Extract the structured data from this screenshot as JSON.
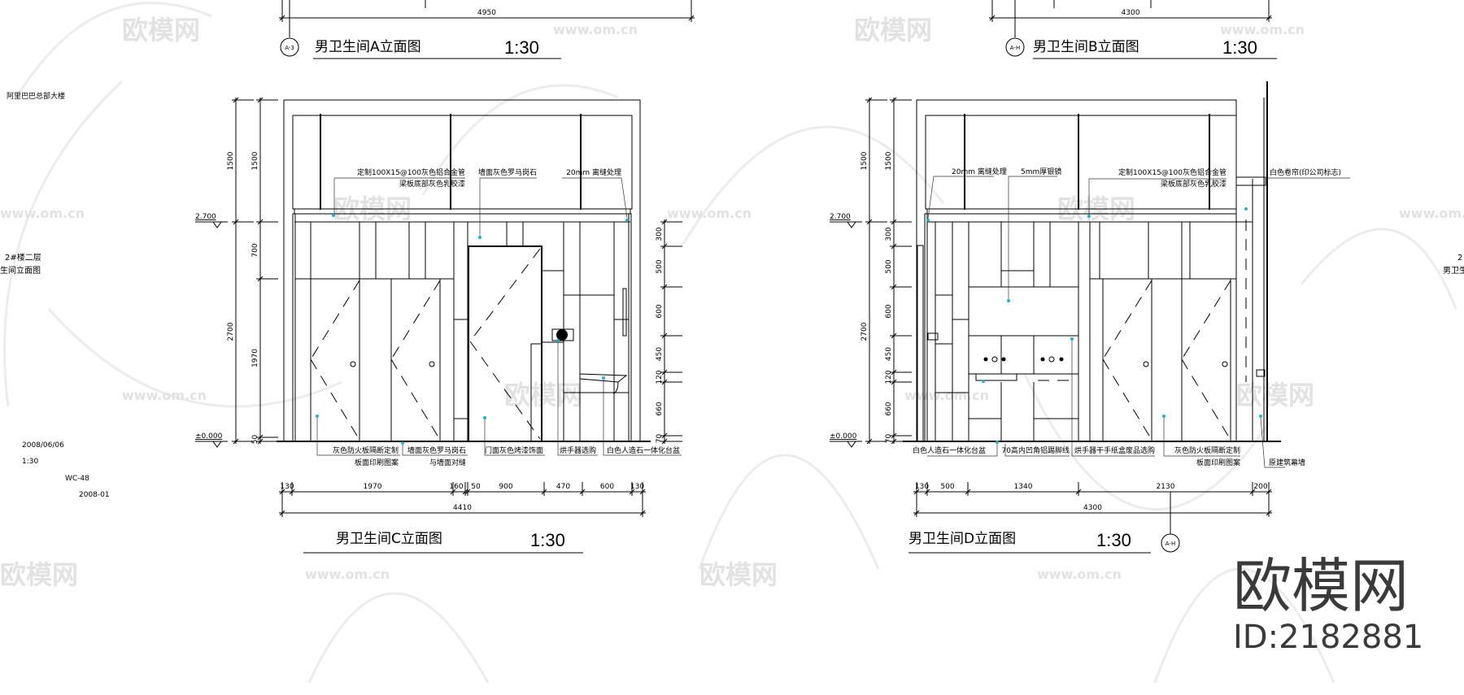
{
  "sheet": {
    "project": "阿里巴巴总部大楼",
    "floor": "2#楼二层",
    "drawing_name": "生间立面图",
    "date": "2008/06/06",
    "scale": "1:30",
    "drawing_no": "WC-48",
    "issue": "2008-01",
    "right_edge_floor": "2",
    "right_edge_name": "男卫生"
  },
  "views": {
    "a": {
      "title": "男卫生间A立面图",
      "scale": "1:30",
      "bubble": "A-3",
      "total_width": "4950"
    },
    "b": {
      "title": "男卫生间B立面图",
      "scale": "1:30",
      "bubble": "A-H",
      "total_width": "4300"
    },
    "c": {
      "title": "男卫生间C立面图",
      "scale": "1:30",
      "levels": [
        "2.700",
        "±0.000"
      ],
      "height_dims_outer": [
        "1500",
        "2700"
      ],
      "height_dims_inner": [
        "1500",
        "700",
        "1970",
        "50"
      ],
      "right_dims": [
        "300",
        "500",
        "600",
        "450",
        "120",
        "660",
        "70"
      ],
      "width_dims": [
        "130",
        "1970",
        "160",
        "50",
        "900",
        "470",
        "600",
        "130"
      ],
      "total_width": "4410",
      "top_notes": [
        [
          "定制100X15@100灰色铝合金管",
          "梁板底部灰色乳胶漆"
        ],
        [
          "墙面灰色罗马岗石"
        ],
        [
          "20mm 离缝处理"
        ]
      ],
      "bottom_notes": [
        [
          "灰色防火板隔断定制",
          "板面印刷图案"
        ],
        [
          "墙面灰色罗马岗石",
          "与墙面对缝"
        ],
        [
          "门面灰色烤漆饰面"
        ],
        [
          "烘手器选购"
        ],
        [
          "白色人造石一体化台盆"
        ]
      ]
    },
    "d": {
      "title": "男卫生间D立面图",
      "scale": "1:30",
      "bubble": "A-H",
      "levels": [
        "2.700",
        "±0.000"
      ],
      "height_dims_outer": [
        "1500",
        "2700"
      ],
      "height_dims_inner": [
        "1500",
        "300",
        "500",
        "600",
        "450",
        "120",
        "660",
        "70"
      ],
      "width_dims": [
        "130",
        "500",
        "1340",
        "2130",
        "200"
      ],
      "total_width": "4300",
      "top_notes": [
        [
          "20mm 离缝处理"
        ],
        [
          "5mm厚银镜"
        ],
        [
          "定制100X15@100灰色铝合金管",
          "梁板底部灰色乳胶漆"
        ],
        [
          "白色卷帘(印公司标志)"
        ]
      ],
      "bottom_notes": [
        [
          "白色人造石一体化台盆"
        ],
        [
          "70高内凹角铝踢脚线"
        ],
        [
          "烘手器干手纸盒废品选购"
        ],
        [
          "灰色防火板隔断定制",
          "板面印刷图案"
        ],
        [
          "原建筑幕墙"
        ]
      ]
    }
  },
  "watermark": {
    "brand": "欧模网",
    "site": "www.om.cn",
    "id": "ID:2182881"
  },
  "colors": {
    "lines": "#000000",
    "leader_dots": "#1cb5c8",
    "watermark": "#e2e2e2",
    "brand": "#3a3a3a"
  }
}
